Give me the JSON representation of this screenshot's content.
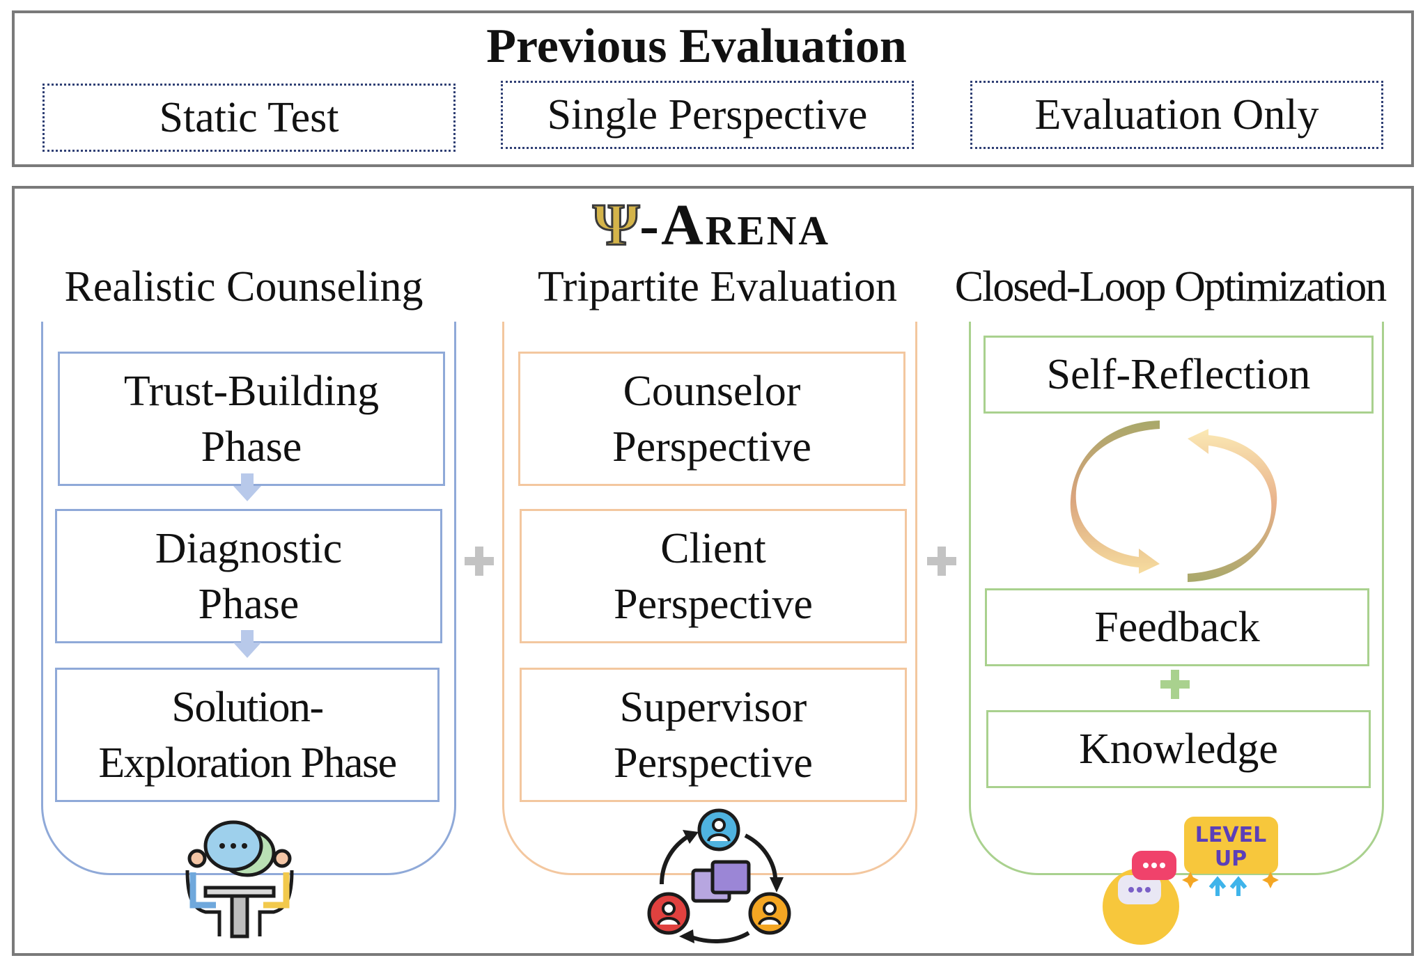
{
  "previous": {
    "title": "Previous Evaluation",
    "items": [
      "Static Test",
      "Single Perspective",
      "Evaluation Only"
    ]
  },
  "arena": {
    "logo_symbol": "Ψ",
    "title": "-Arena",
    "columns": [
      {
        "heading": "Realistic Counseling",
        "cards": [
          [
            "Trust-Building",
            "Phase"
          ],
          [
            "Diagnostic",
            "Phase"
          ],
          [
            "Solution-",
            "Exploration Phase"
          ]
        ],
        "icon": "counseling-table-icon"
      },
      {
        "heading": "Tripartite Evaluation",
        "cards": [
          [
            "Counselor",
            "Perspective"
          ],
          [
            "Client",
            "Perspective"
          ],
          [
            "Supervisor",
            "Perspective"
          ]
        ],
        "icon": "three-person-cycle-icon"
      },
      {
        "heading": "Closed-Loop Optimization",
        "cards": [
          [
            "Self-Reflection"
          ],
          [
            "Feedback"
          ],
          [
            "Knowledge"
          ]
        ],
        "icon": "level-up-chat-icon",
        "icon_text": [
          "LEVEL",
          "UP"
        ]
      }
    ]
  },
  "colors": {
    "outer_border": "#7a7a7a",
    "dotted_border": "#2f3f74",
    "blue": "#8fa9d8",
    "orange": "#f3c79f",
    "green": "#a9d18e",
    "plus_gray": "#c3c3c3",
    "plus_green": "#a9d18e"
  }
}
